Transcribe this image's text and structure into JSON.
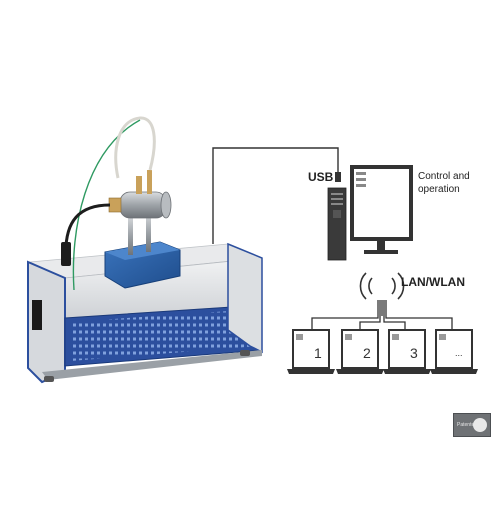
{
  "labels": {
    "usb": "USB",
    "control": "Control and operation",
    "network": "LAN/WLAN"
  },
  "laptops": [
    {
      "number": "1"
    },
    {
      "number": "2"
    },
    {
      "number": "3"
    },
    {
      "number": "..."
    }
  ],
  "badge": {
    "text": "Patented"
  },
  "colors": {
    "device_panel": "#2c4f9e",
    "device_body": "#e4e6e8",
    "stage_blue": "#2f65a8",
    "cable": "#333333",
    "monitor": "#333333"
  }
}
